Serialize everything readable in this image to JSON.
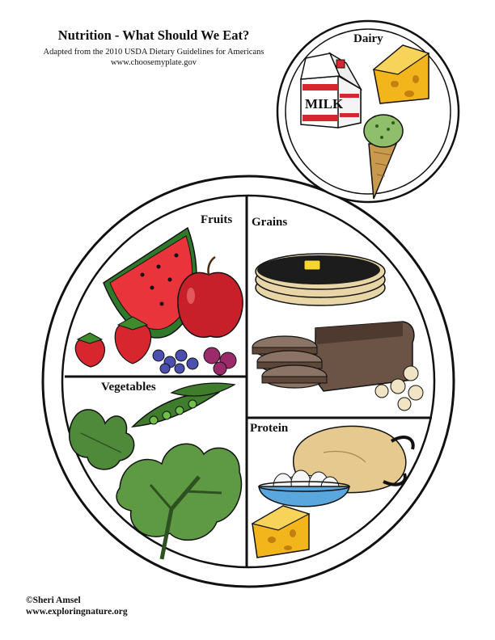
{
  "header": {
    "title": "Nutrition - What Should We Eat?",
    "subtitle": "Adapted from the 2010 USDA Dietary Guidelines for Americans",
    "url": "www.choosemyplate.gov"
  },
  "sections": {
    "dairy": "Dairy",
    "fruits": "Fruits",
    "grains": "Grains",
    "vegetables": "Vegetables",
    "protein": "Protein"
  },
  "milk_label": "MILK",
  "footer": {
    "copyright": "©Sheri Amsel",
    "site": "www.exploringnature.org"
  },
  "colors": {
    "outline": "#111111",
    "watermelon": "#e8343a",
    "apple": "#c7202a",
    "strawberry": "#d7262e",
    "berries": "#4a4fb0",
    "greens": "#4f8a3a",
    "pea": "#3f7d2c",
    "bread": "#6b5446",
    "pancake": "#e8d6a6",
    "syrup": "#1c1c1c",
    "cheese": "#f2b51c",
    "chicken": "#e6c98e",
    "bowl": "#5aa7dd",
    "icecream": "#8fbf6a",
    "cone": "#c99a4e"
  }
}
